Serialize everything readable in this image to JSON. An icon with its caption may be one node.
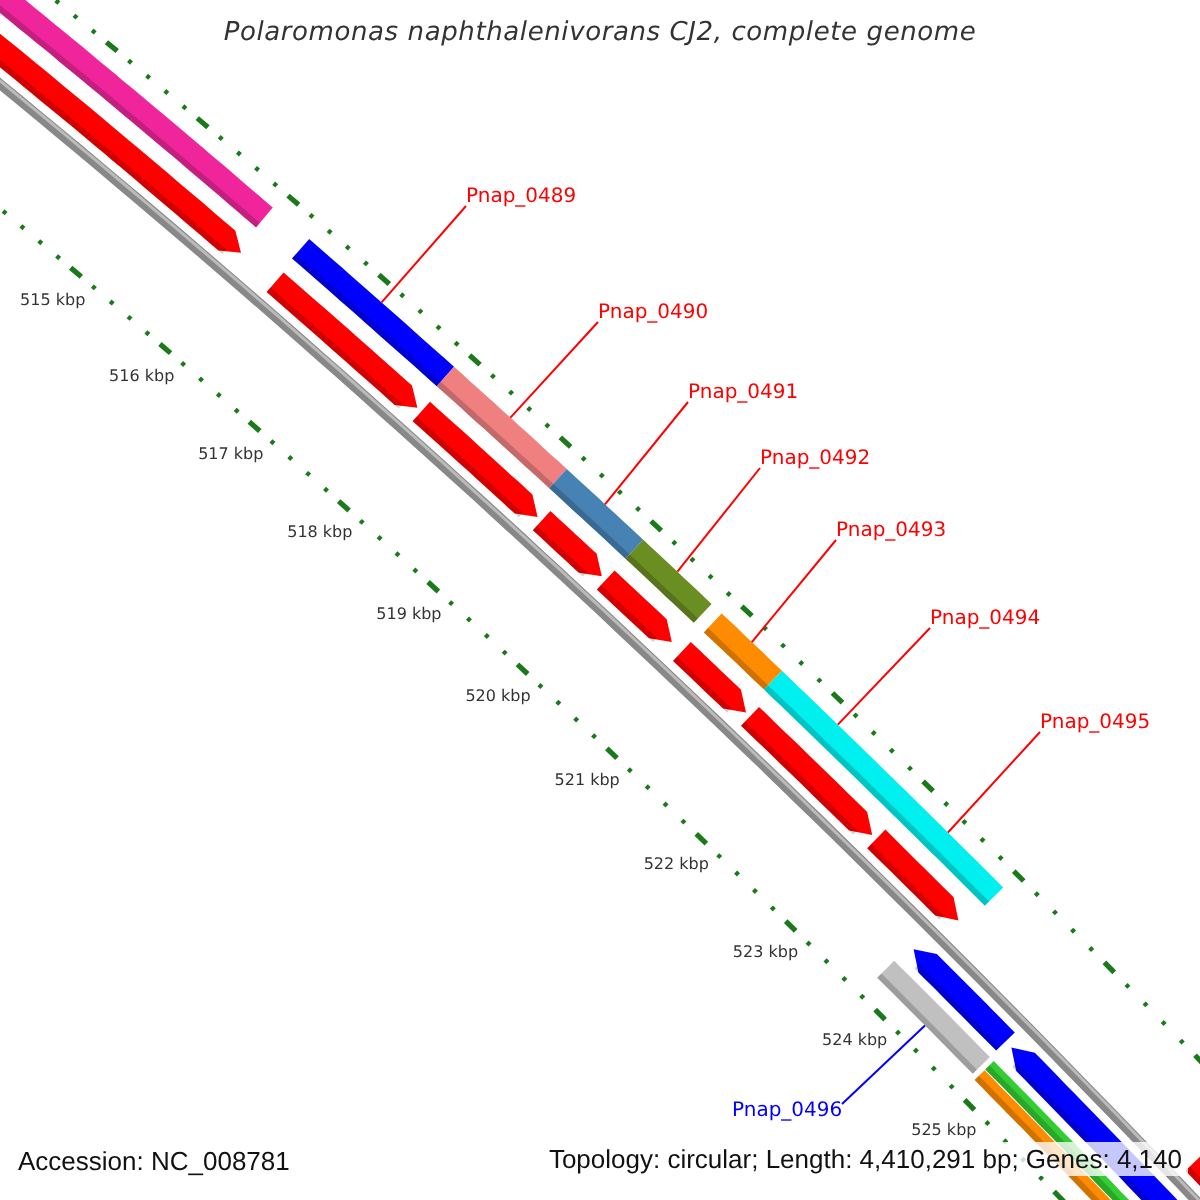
{
  "diagram": {
    "title": "Polaromonas naphthalenivorans CJ2, complete genome",
    "nodes": [
      {
        "text": [
          "Pnap_0489"
        ]
      },
      {
        "text": [
          "Pnap_0490"
        ]
      },
      {
        "text": [
          "Pnap_0491"
        ]
      },
      {
        "text": [
          "Pnap_0492"
        ]
      },
      {
        "text": [
          "Pnap_0493"
        ]
      },
      {
        "text": [
          "Pnap_0494"
        ]
      },
      {
        "text": [
          "Pnap_0495"
        ]
      },
      {
        "text": [
          "Pnap_0496"
        ]
      },
      {
        "text": [],
        "shape": "bar"
      },
      {
        "text": [],
        "shape": "bar"
      },
      {
        "text": [],
        "shape": "bar"
      },
      {
        "text": [],
        "shape": "bar"
      },
      {
        "text": [],
        "shape": "bar"
      },
      {
        "text": [],
        "shape": "bar"
      },
      {
        "text": [],
        "shape": "bar"
      },
      {
        "text": [],
        "shape": "bar"
      }
    ],
    "edges": [
      {
        "from": 0,
        "to": 8,
        "arrow": "none"
      },
      {
        "from": 1,
        "to": 9,
        "arrow": "none"
      },
      {
        "from": 2,
        "to": 10,
        "arrow": "none"
      },
      {
        "from": 3,
        "to": 11,
        "arrow": "none"
      },
      {
        "from": 4,
        "to": 12,
        "arrow": "none"
      },
      {
        "from": 5,
        "to": 13,
        "arrow": "none"
      },
      {
        "from": 6,
        "to": 14,
        "arrow": "none"
      },
      {
        "from": 7,
        "to": 15,
        "arrow": "none",
        "color": "#0000ff"
      }
    ],
    "labels": [
      "515 kbp",
      "516 kbp",
      "517 kbp",
      "518 kbp",
      "519 kbp",
      "520 kbp",
      "521 kbp",
      "522 kbp",
      "523 kbp",
      "524 kbp",
      "525 kbp",
      "Accession: NC_008781",
      "Topology: circular; Length: 4,410,291 bp; Genes: 4,140"
    ]
  }
}
